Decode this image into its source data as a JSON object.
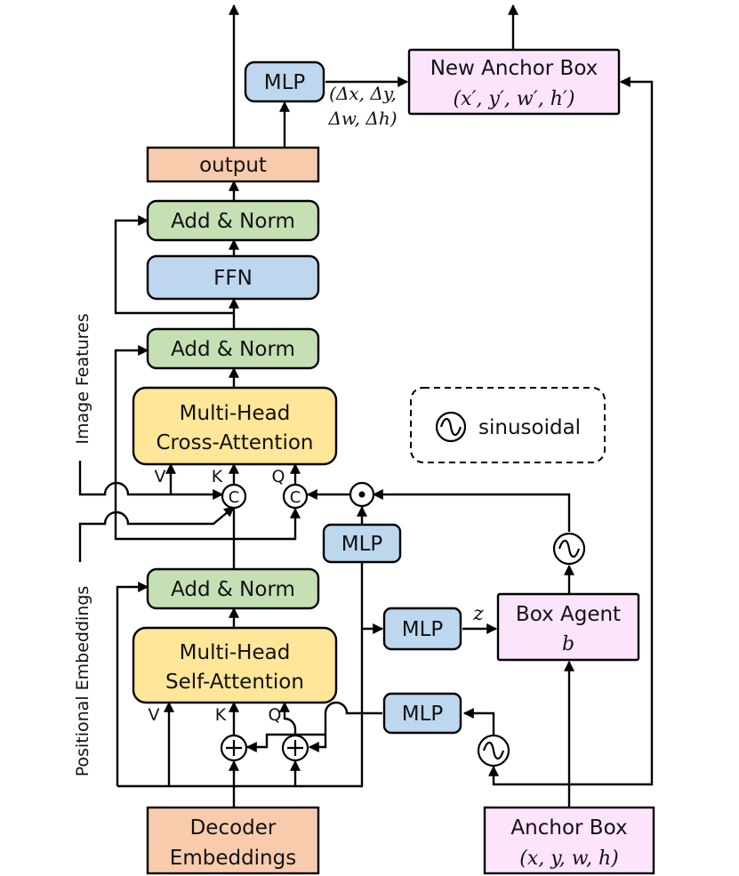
{
  "colors": {
    "orange": "#f8cbad",
    "green": "#c5e0b4",
    "blue": "#bdd7ee",
    "yellow": "#ffe699",
    "pink": "#fce4fc",
    "stroke": "#000000"
  },
  "boxes": {
    "new_anchor_title": "New Anchor Box",
    "new_anchor_math": "(x′, y′, w′, h′)",
    "mlp_top": "MLP",
    "delta_line1": "(Δx, Δy,",
    "delta_line2": "Δw, Δh)",
    "output": "output",
    "add_norm_top": "Add & Norm",
    "ffn": "FFN",
    "add_norm_mid": "Add & Norm",
    "cross_attn_line1": "Multi-Head",
    "cross_attn_line2": "Cross-Attention",
    "mlp_cross": "MLP",
    "add_norm_bottom": "Add & Norm",
    "self_attn_line1": "Multi-Head",
    "self_attn_line2": "Self-Attention",
    "mlp_z": "MLP",
    "z_label": "z",
    "box_agent_title": "Box Agent",
    "box_agent_math": "b",
    "mlp_pos": "MLP",
    "decoder_line1": "Decoder",
    "decoder_line2": "Embeddings",
    "anchor_title": "Anchor Box",
    "anchor_math": "(x, y, w, h)"
  },
  "legend": {
    "sinusoidal": "sinusoidal"
  },
  "labels": {
    "v_cross": "V",
    "k_cross": "K",
    "q_cross": "Q",
    "v_self": "V",
    "k_self": "K",
    "q_self": "Q",
    "concat": "C",
    "plus": "+",
    "multiply": "⊙"
  },
  "side_labels": {
    "image_features": "Image Features",
    "positional_embeddings": "Positional Embeddings"
  }
}
